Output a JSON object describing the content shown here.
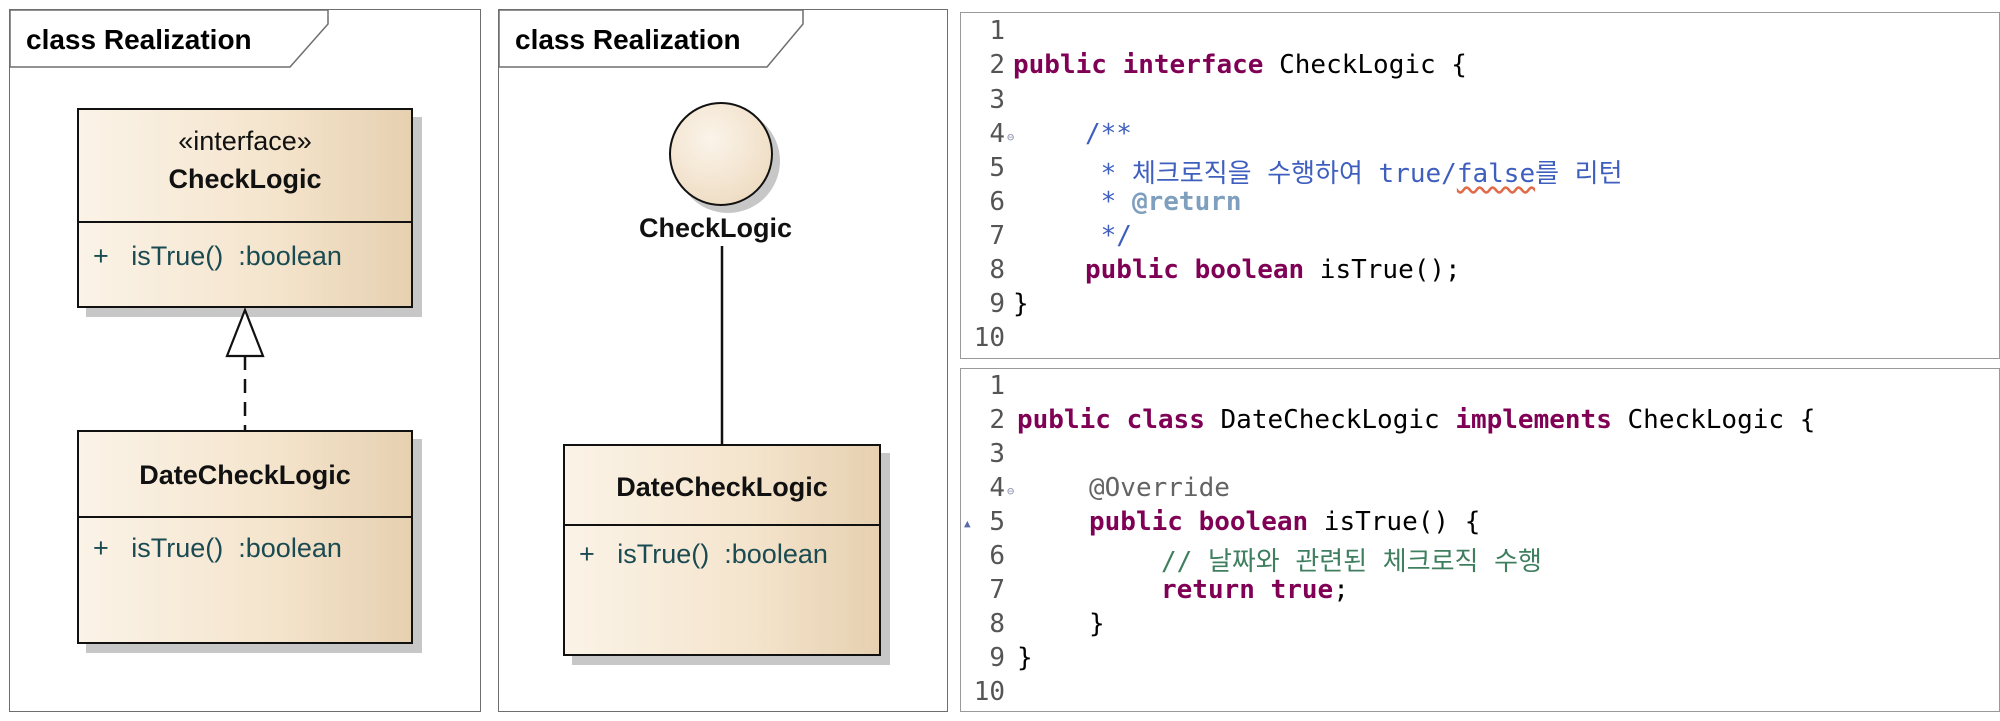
{
  "diagram1": {
    "frame_title": "class Realization",
    "interface_class": {
      "stereotype": "«interface»",
      "name": "CheckLogic",
      "operation": "+   isTrue()  :boolean"
    },
    "impl_class": {
      "name": "DateCheckLogic",
      "operation": "+   isTrue()  :boolean"
    },
    "relationship": "realization"
  },
  "diagram2": {
    "frame_title": "class Realization",
    "interface_label": "CheckLogic",
    "impl_class": {
      "name": "DateCheckLogic",
      "operation": "+   isTrue()  :boolean"
    }
  },
  "code1": {
    "line_numbers": [
      "1",
      "2",
      "3",
      "4",
      "5",
      "6",
      "7",
      "8",
      "9",
      "10"
    ],
    "l2": {
      "kw1": "public",
      "kw2": "interface",
      "rest": " CheckLogic {"
    },
    "l4": "/**",
    "l5": {
      "a": " * 체크로직을 수행하여 true/",
      "b": "false",
      "c": "를 리턴"
    },
    "l6": {
      "a": " * ",
      "b": "@return"
    },
    "l7": " */",
    "l8": {
      "kw1": "public",
      "kw2": "boolean",
      "rest": " isTrue();"
    },
    "l9": "}"
  },
  "code2": {
    "line_numbers": [
      "1",
      "2",
      "3",
      "4",
      "5",
      "6",
      "7",
      "8",
      "9",
      "10"
    ],
    "l2": {
      "kw1": "public",
      "kw2": "class",
      "mid": " DateCheckLogic ",
      "kw3": "implements",
      "rest": " CheckLogic {"
    },
    "l4": "@Override",
    "l5": {
      "kw1": "public",
      "kw2": "boolean",
      "rest": " isTrue() {"
    },
    "l6": "// 날짜와 관련된 체크로직 수행",
    "l7": {
      "kw1": "return",
      "kw2": "true",
      "rest": ";"
    },
    "l8": "}",
    "l9": "}"
  }
}
